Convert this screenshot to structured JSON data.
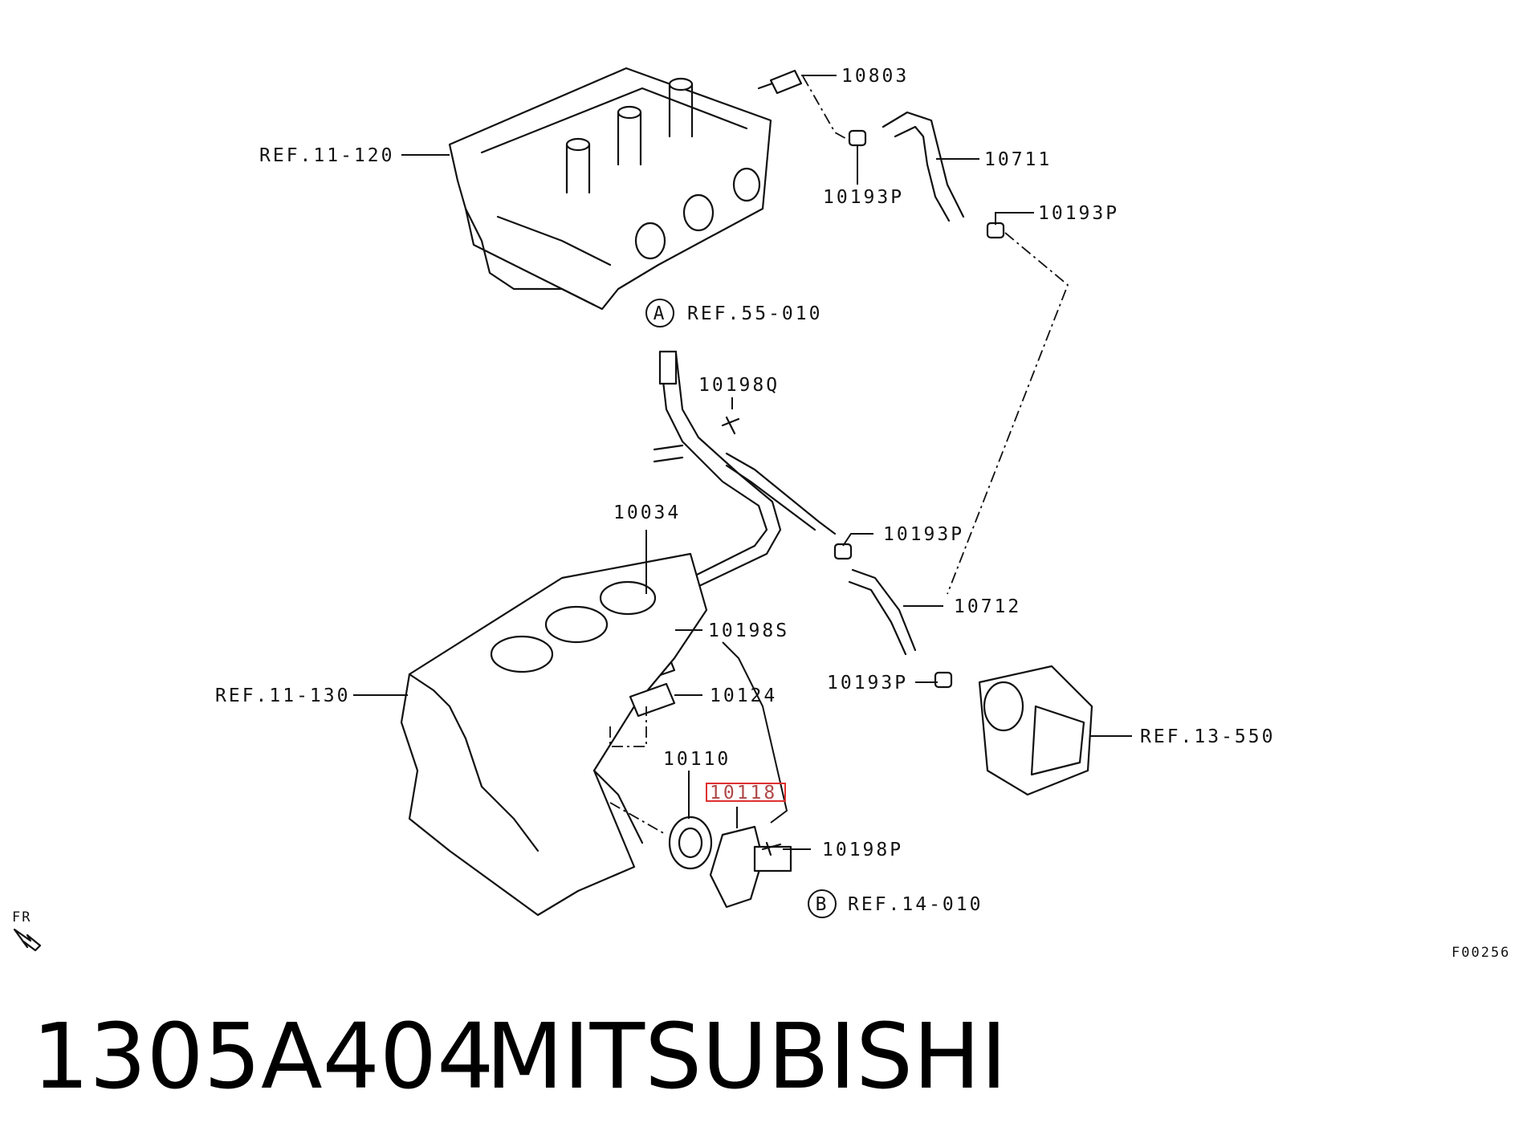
{
  "labels": {
    "p10803": "10803",
    "p10711": "10711",
    "p10193p_a": "10193P",
    "p10193p_b": "10193P",
    "ref_11_120": "REF.11-120",
    "circle_a": "A",
    "ref_55_010": "REF.55-010",
    "p10198q": "10198Q",
    "p10034": "10034",
    "p10193p_c": "10193P",
    "p10712": "10712",
    "p10198s": "10198S",
    "ref_11_130": "REF.11-130",
    "p10193p_d": "10193P",
    "p10124": "10124",
    "ref_13_550": "REF.13-550",
    "p10110": "10110",
    "p10118": "10118",
    "p10198p": "10198P",
    "circle_b": "B",
    "ref_14_010": "REF.14-010",
    "fr": "FR",
    "figure_code": "F00256"
  },
  "footer": {
    "part_number": "1305A404",
    "brand": "MITSUBISHI"
  },
  "highlight_color": "#e03030"
}
